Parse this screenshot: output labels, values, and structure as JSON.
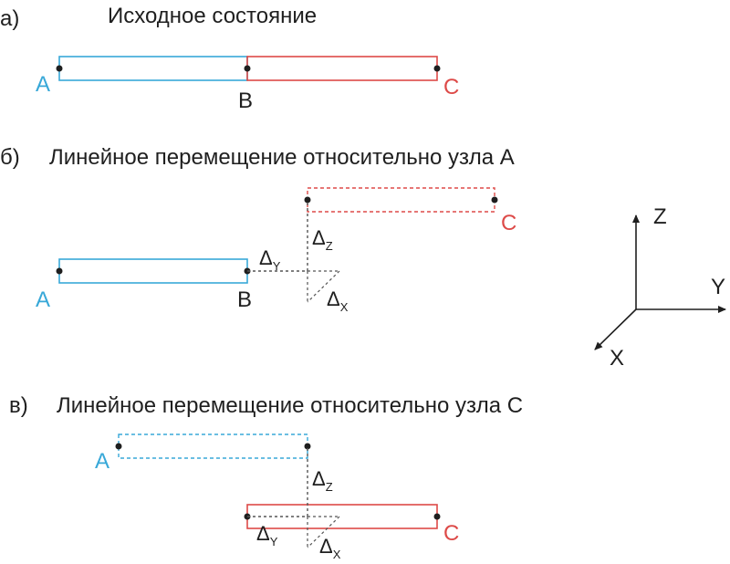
{
  "colors": {
    "blue": "#38a8d8",
    "red": "#dd4a48",
    "black": "#1f1f1f",
    "dash": "#555555"
  },
  "captions": {
    "a_prefix": "а)",
    "a_text": "Исходное состояние",
    "b_prefix": "б)",
    "b_text": "Линейное перемещение относительно узла А",
    "c_prefix": "в)",
    "c_text": "Линейное перемещение относительно узла С"
  },
  "nodes": {
    "a": "A",
    "b": "B",
    "c": "C"
  },
  "delta": {
    "symbol": "Δ",
    "x": "X",
    "y": "Y",
    "z": "Z"
  },
  "axes": {
    "x": "X",
    "y": "Y",
    "z": "Z"
  }
}
